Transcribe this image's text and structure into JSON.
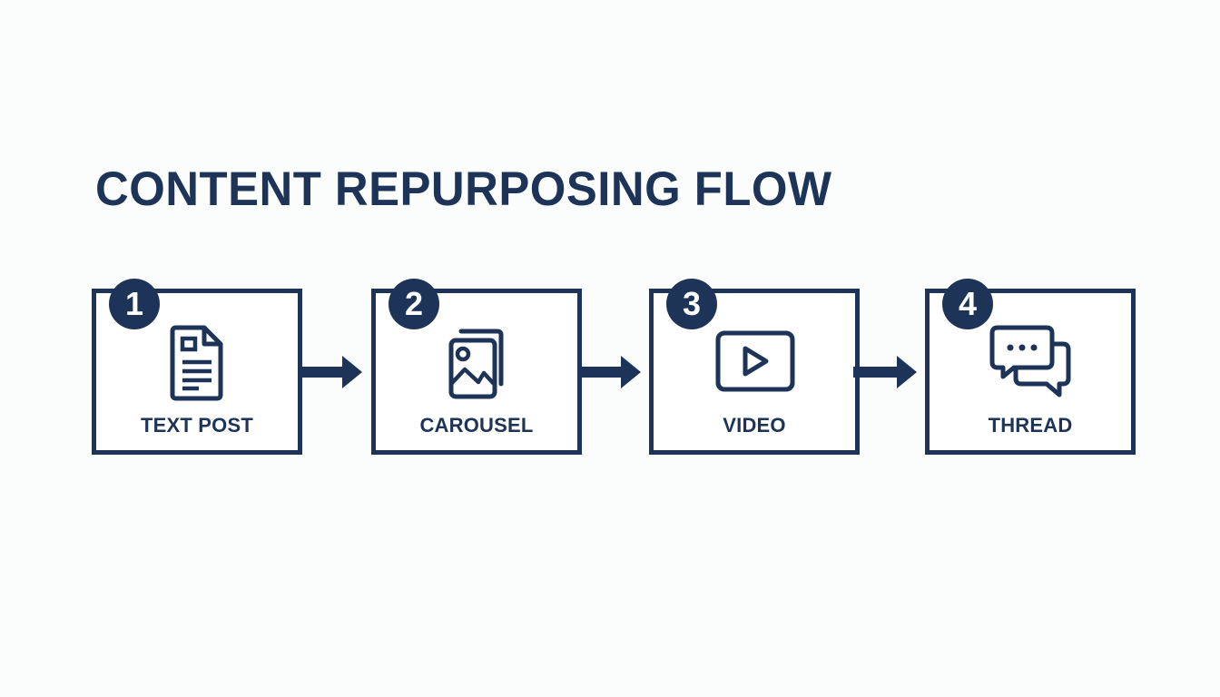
{
  "title": "CONTENT REPURPOSING FLOW",
  "colors": {
    "primary": "#1d3458",
    "background": "#fbfcfc",
    "box_fill": "#ffffff",
    "badge_text": "#ffffff"
  },
  "steps": [
    {
      "number": "1",
      "label": "TEXT POST",
      "icon": "document-icon"
    },
    {
      "number": "2",
      "label": "CAROUSEL",
      "icon": "image-stack-icon"
    },
    {
      "number": "3",
      "label": "VIDEO",
      "icon": "video-play-icon"
    },
    {
      "number": "4",
      "label": "THREAD",
      "icon": "chat-bubbles-icon"
    }
  ],
  "connectors": [
    {
      "from": "1",
      "to": "2",
      "icon": "arrow-right-icon"
    },
    {
      "from": "2",
      "to": "3",
      "icon": "arrow-right-icon"
    },
    {
      "from": "3",
      "to": "4",
      "icon": "arrow-right-icon"
    }
  ]
}
